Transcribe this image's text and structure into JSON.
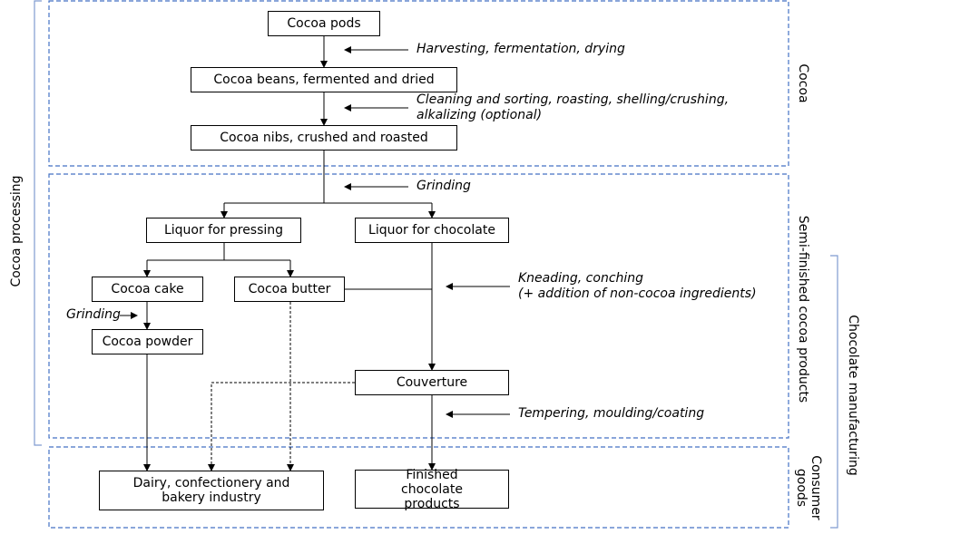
{
  "boxes": {
    "cocoa_pods": "Cocoa pods",
    "cocoa_beans": "Cocoa beans, fermented and dried",
    "cocoa_nibs": "Cocoa nibs, crushed and roasted",
    "liquor_pressing": "Liquor for pressing",
    "liquor_chocolate": "Liquor for chocolate",
    "cocoa_cake": "Cocoa cake",
    "cocoa_butter": "Cocoa butter",
    "cocoa_powder": "Cocoa powder",
    "couverture": "Couverture",
    "dairy_industry": "Dairy, confectionery and bakery industry",
    "finished_chocolate": "Finished chocolate products"
  },
  "steps": {
    "harvesting": "Harvesting, fermentation, drying",
    "cleaning_line1": "Cleaning and sorting, roasting, shelling/crushing,",
    "cleaning_line2": "alkalizing (optional)",
    "grinding_main": "Grinding",
    "kneading_line1": "Kneading, conching",
    "kneading_line2": "(+ addition of non-cocoa ingredients)",
    "grinding_cake": "Grinding",
    "tempering": "Tempering, moulding/coating"
  },
  "sections": {
    "cocoa": "Cocoa",
    "semi_finished": "Semi-finished cocoa products",
    "consumer_goods_line1": "Consumer",
    "consumer_goods_line2": "goods",
    "cocoa_processing": "Cocoa processing",
    "chocolate_manufacturing": "Chocolate manufacturing"
  },
  "colors": {
    "section_border": "#4472C4",
    "bracket": "#7F9BD0",
    "line": "#000000"
  }
}
